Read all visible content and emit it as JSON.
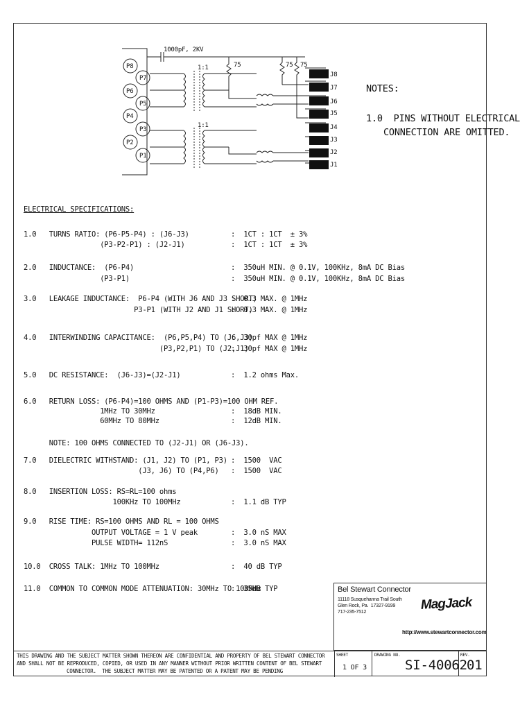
{
  "schematic": {
    "capacitor_label": "1000pF, 2KV",
    "resistor_labels": [
      "75",
      "75",
      "75"
    ],
    "turns_labels": [
      "1:1",
      "1:1"
    ],
    "pins_left": [
      "P8",
      "P7",
      "P6",
      "P5",
      "P4",
      "P3",
      "P2",
      "P1"
    ],
    "pins_right": [
      "J8",
      "J7",
      "J6",
      "J5",
      "J4",
      "J3",
      "J2",
      "J1"
    ]
  },
  "notes": {
    "heading": "NOTES:",
    "line1": "1.0  PINS WITHOUT ELECTRICAL",
    "line2": "CONNECTION ARE OMITTED."
  },
  "specs": {
    "heading": "ELECTRICAL SPECIFICATIONS:",
    "rows": [
      {
        "label": "1.0   TURNS RATIO: (P6-P5-P4) : (J6-J3)",
        "value": ":  1CT : 1CT  ± 3%"
      },
      {
        "label": "                  (P3-P2-P1) : (J2-J1)",
        "value": ":  1CT : 1CT  ± 3%"
      },
      {
        "label": "2.0   INDUCTANCE:  (P6-P4)",
        "value": ":  350uH MIN. @ 0.1V, 100KHz, 8mA DC Bias"
      },
      {
        "label": "                  (P3-P1)",
        "value": ":  350uH MIN. @ 0.1V, 100KHz, 8mA DC Bias"
      },
      {
        "label": "3.0   LEAKAGE INDUCTANCE:  P6-P4 (WITH J6 AND J3 SHORT)",
        "value": ":  0.3 MAX. @ 1MHz"
      },
      {
        "label": "                          P3-P1 (WITH J2 AND J1 SHORT)",
        "value": ":  0.3 MAX. @ 1MHz"
      },
      {
        "label": "4.0   INTERWINDING CAPACITANCE:  (P6,P5,P4) TO (J6,J3)",
        "value": ":  30pf MAX @ 1MHz"
      },
      {
        "label": "                                (P3,P2,P1) TO (J2,J1)",
        "value": ":  30pf MAX @ 1MHz"
      },
      {
        "label": "5.0   DC RESISTANCE:  (J6-J3)=(J2-J1)",
        "value": ":  1.2 ohms Max."
      },
      {
        "label": "6.0   RETURN LOSS: (P6-P4)=100 OHMS AND (P1-P3)=100 OHM REF.",
        "value": ""
      },
      {
        "label": "                  1MHz TO 30MHz",
        "value": ":  18dB MIN."
      },
      {
        "label": "                  60MHz TO 80MHz",
        "value": ":  12dB MIN."
      },
      {
        "label": "      NOTE: 100 OHMS CONNECTED TO (J2-J1) OR (J6-J3).",
        "value": ""
      },
      {
        "label": "7.0   DIELECTRIC WITHSTAND: (J1, J2) TO (P1, P3)",
        "value": ":  1500  VAC"
      },
      {
        "label": "                           (J3, J6) TO (P4,P6)",
        "value": ":  1500  VAC"
      },
      {
        "label": "8.0   INSERTION LOSS: RS=RL=100 ohms",
        "value": ""
      },
      {
        "label": "                     100KHz TO 100MHz",
        "value": ":  1.1 dB TYP"
      },
      {
        "label": "9.0   RISE TIME: RS=100 OHMS AND RL = 100 OHMS",
        "value": ""
      },
      {
        "label": "                OUTPUT VOLTAGE = 1 V peak",
        "value": ":  3.0 nS MAX"
      },
      {
        "label": "                PULSE WIDTH= 112nS",
        "value": ":  3.0 nS MAX"
      },
      {
        "label": "10.0  CROSS TALK: 1MHz TO 100MHz",
        "value": ":  40 dB TYP"
      },
      {
        "label": "11.0  COMMON TO COMMON MODE ATTENUATION: 30MHz TO 100MHz",
        "value": ":  35dB TYP"
      }
    ]
  },
  "titleblock": {
    "company": "Bel Stewart Connector",
    "address1": "11118 Susquehanna Trail South",
    "address2": "Glen Rock, Pa.  17327-9199",
    "phone": "717-235-7512",
    "logo": "MagJack",
    "website": "http://www.stewartconnector.com",
    "sheet_label": "SHEET",
    "sheet_value": "1 OF 3",
    "drawing_label": "DRAWING NO.",
    "drawing_value": "SI-40062",
    "rev_label": "REV.",
    "rev_value": "01"
  },
  "disclaimer": {
    "line1": "THIS DRAWING AND THE SUBJECT MATTER SHOWN THEREON ARE CONFIDENTIAL AND PROPERTY OF BEL STEWART CONNECTOR",
    "line2": "AND SHALL NOT BE REPRODUCED, COPIED, OR USED IN ANY MANNER WITHOUT PRIOR WRITTEN CONTENT OF BEL STEWART",
    "line3": "CONNECTOR.  THE SUBJECT MATTER MAY BE PATENTED OR A PATENT MAY BE PENDING"
  }
}
